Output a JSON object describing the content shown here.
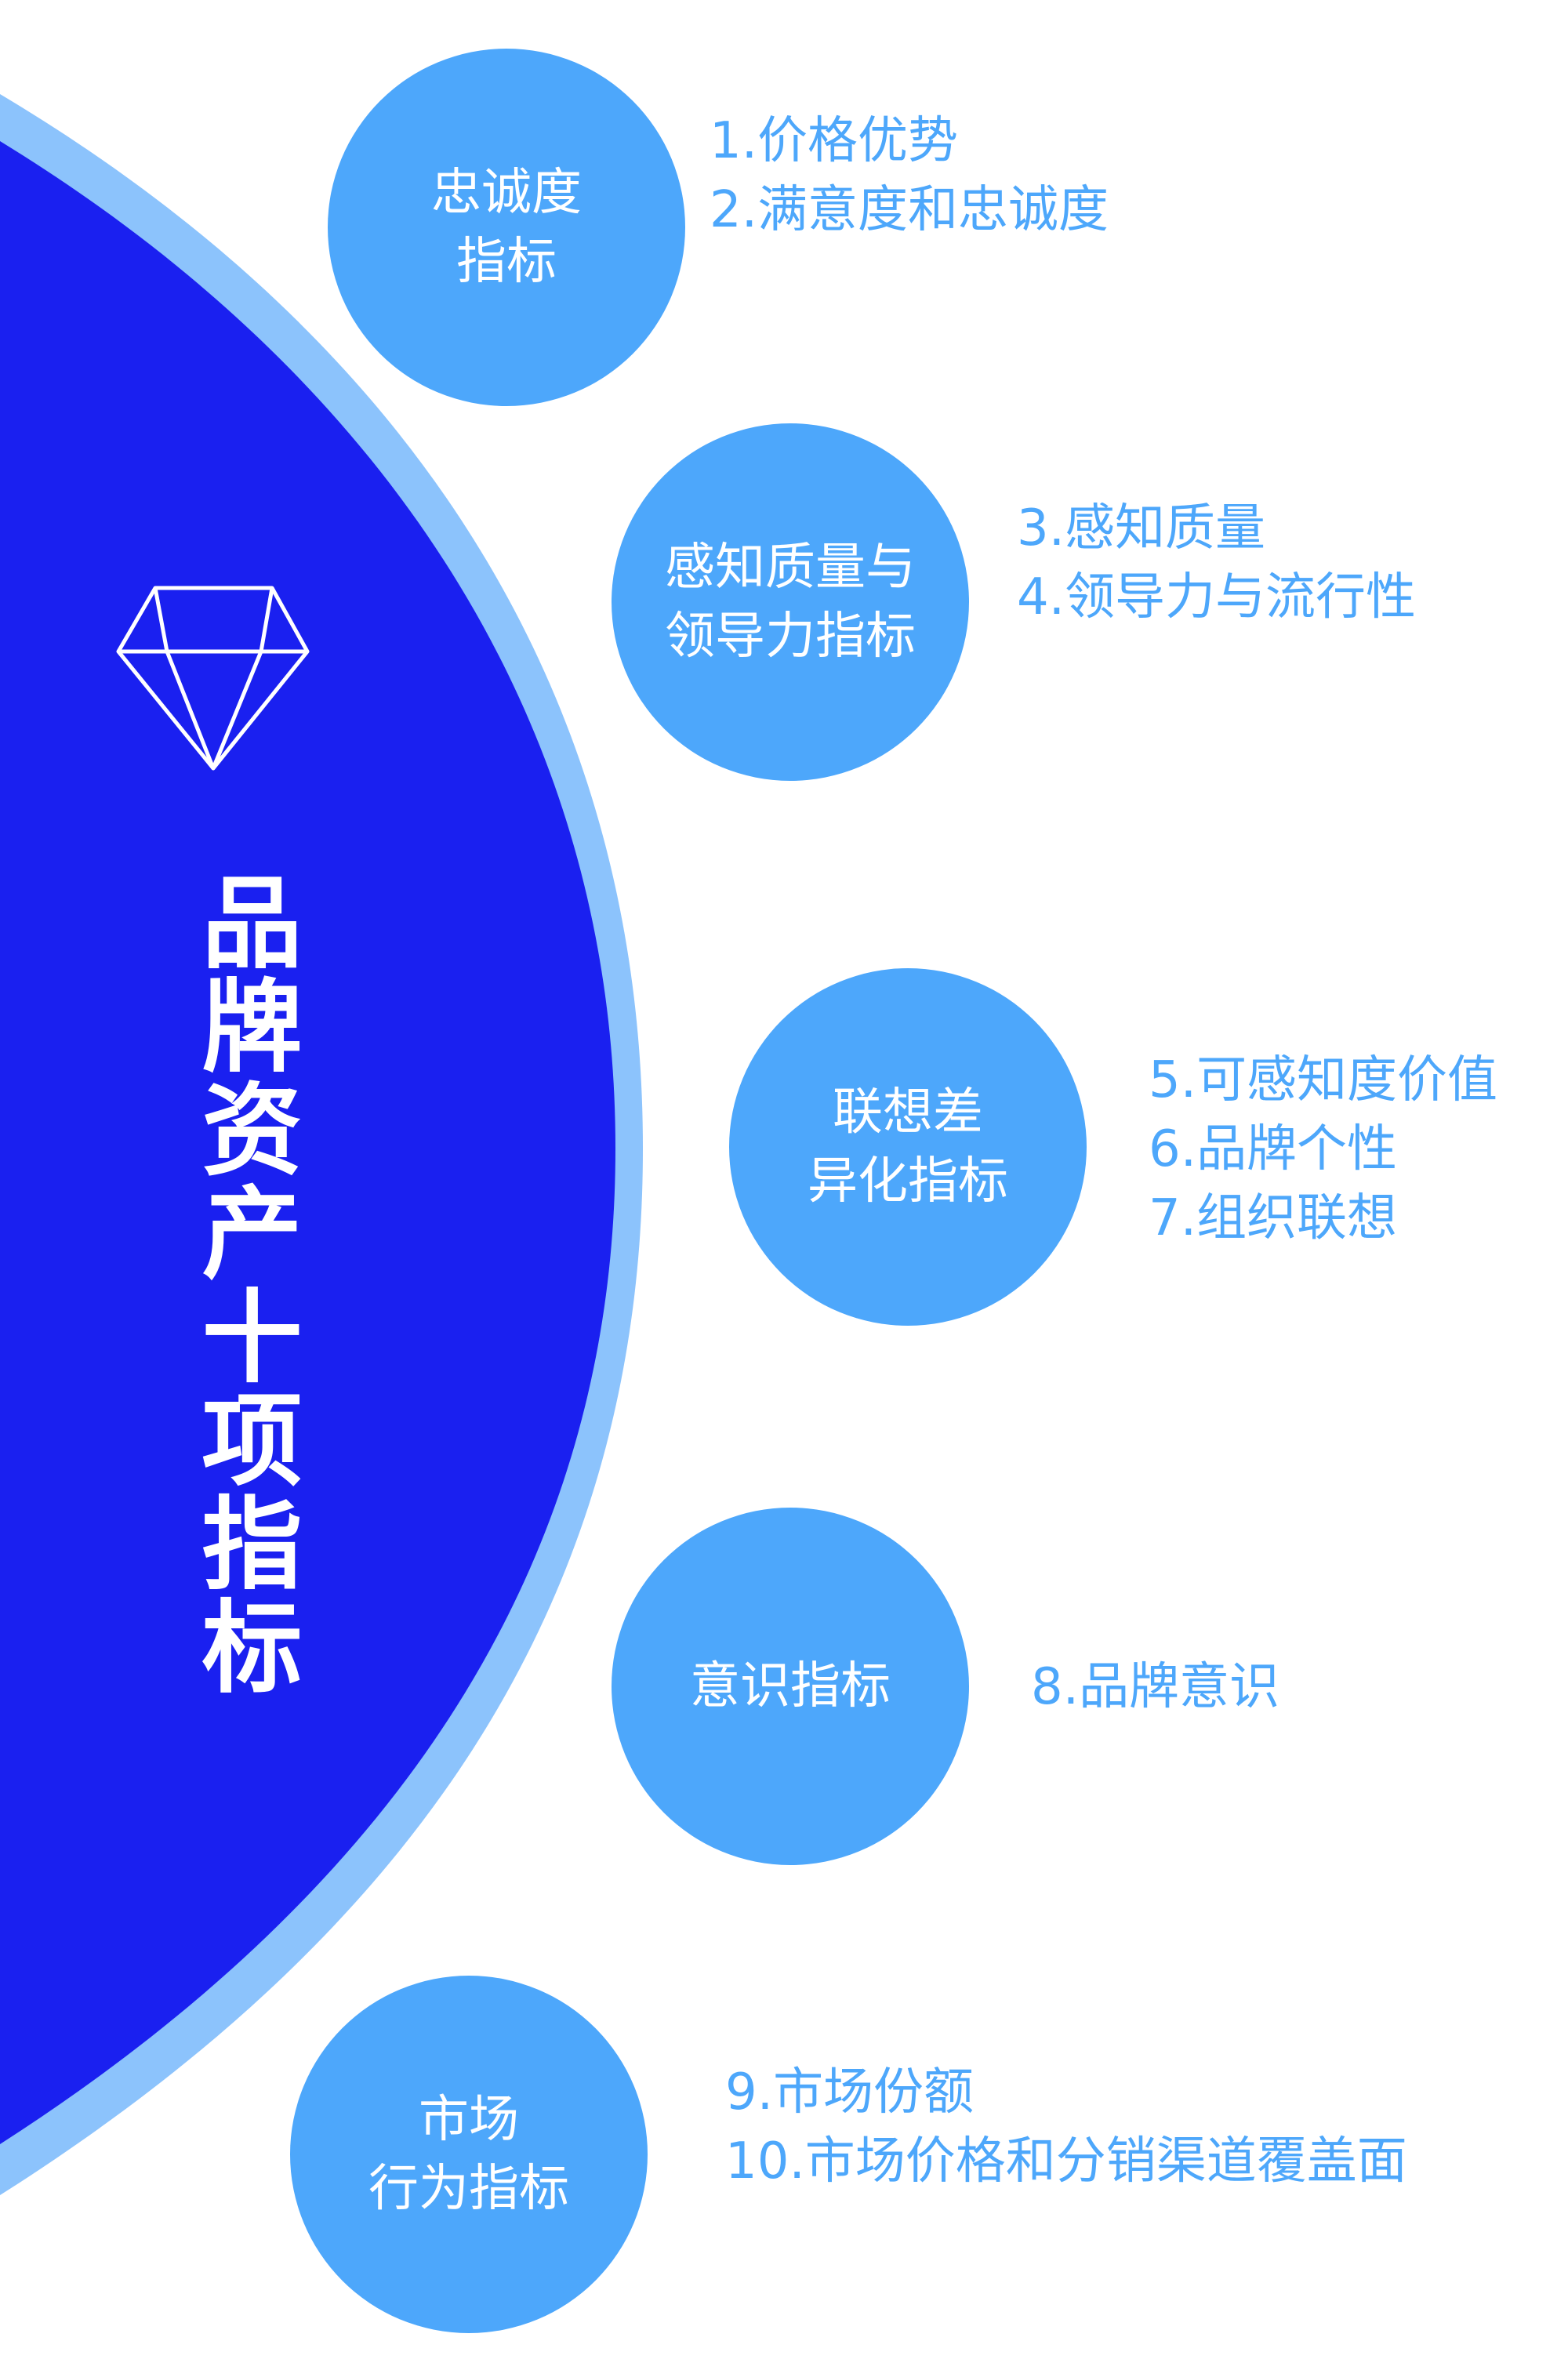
{
  "title": "品牌资产十项指标",
  "icons": {
    "diamond": "diamond-icon"
  },
  "colors": {
    "semicircle": "#1a20f0",
    "ring": "#8cc3fc",
    "circle": "#4da7fb",
    "item_text": "#4da7fb",
    "title_text": "#ffffff"
  },
  "categories": [
    {
      "label_lines": [
        "忠诚度",
        "指标"
      ],
      "items": [
        "1.价格优势",
        "2.满意度和忠诚度"
      ]
    },
    {
      "label_lines": [
        "感知质量与",
        "领导力指标"
      ],
      "items": [
        "3.感知质量",
        "4.领导力与流行性"
      ]
    },
    {
      "label_lines": [
        "联想差",
        "异化指标"
      ],
      "items": [
        "5.可感知度价值",
        "6.品牌个性",
        "7.组织联想"
      ]
    },
    {
      "label_lines": [
        "意识指标"
      ],
      "items": [
        "8.品牌意识"
      ]
    },
    {
      "label_lines": [
        "市场",
        "行为指标"
      ],
      "items": [
        "9.市场份额",
        "10.市场价格和分销渠道覆盖面"
      ]
    }
  ]
}
